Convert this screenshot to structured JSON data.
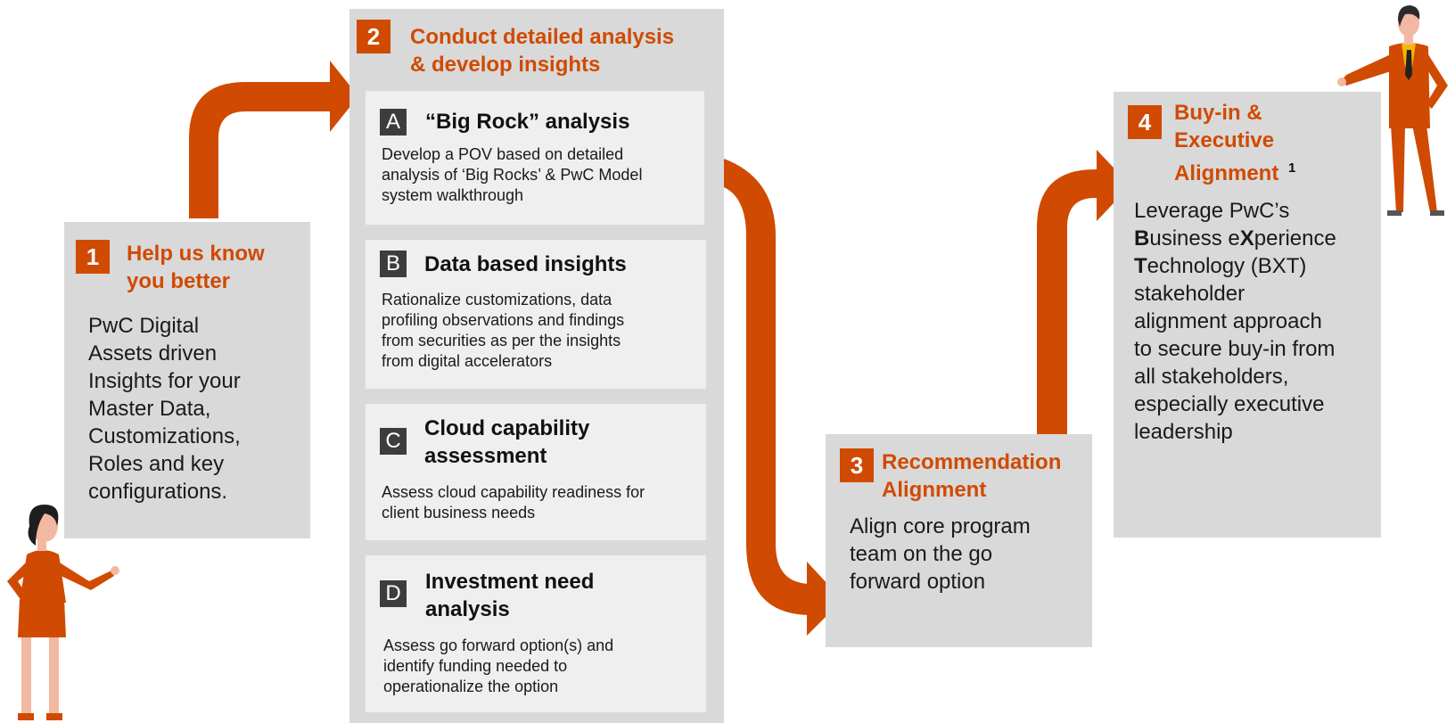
{
  "step1": {
    "number": "1",
    "title_line1": "Help us know",
    "title_line2": "you better",
    "body": [
      "PwC Digital",
      "Assets driven",
      "Insights for your",
      "Master Data,",
      "Customizations,",
      "Roles and key",
      "configurations."
    ]
  },
  "step2": {
    "number": "2",
    "title_line1": "Conduct detailed analysis",
    "title_line2": "& develop insights",
    "items": [
      {
        "letter": "A",
        "title": [
          "“Big Rock” analysis"
        ],
        "body": [
          "Develop a POV based on detailed",
          "analysis of ‘Big Rocks’ & PwC Model",
          "system walkthrough"
        ]
      },
      {
        "letter": "B",
        "title": [
          "Data based insights"
        ],
        "body": [
          "Rationalize customizations, data",
          "profiling observations and findings",
          "from securities as per the insights",
          "from digital accelerators"
        ]
      },
      {
        "letter": "C",
        "title": [
          "Cloud capability",
          "assessment"
        ],
        "body": [
          "Assess cloud capability readiness for",
          "client business needs"
        ]
      },
      {
        "letter": "D",
        "title": [
          "Investment need",
          "analysis"
        ],
        "body": [
          "Assess go forward option(s) and",
          "identify funding needed to",
          "operationalize the option"
        ]
      }
    ]
  },
  "step3": {
    "number": "3",
    "title_line1": "Recommendation",
    "title_line2": "Alignment",
    "body": [
      "Align core program",
      "team on the go",
      "forward option"
    ]
  },
  "step4": {
    "number": "4",
    "title_line1": "Buy-in &",
    "title_line2": "Executive",
    "title_line3": "Alignment",
    "footnote": "1",
    "body_line1": "Leverage PwC’s",
    "b_initial": "B",
    "b_rest": "usiness e",
    "x_initial": "X",
    "x_rest": "perience",
    "t_initial": "T",
    "t_rest": "echnology (BXT)",
    "body_rest": [
      "stakeholder",
      "alignment approach",
      "to secure buy-in from",
      "all stakeholders,",
      "especially executive",
      "leadership"
    ]
  },
  "colors": {
    "accent": "#d04a02",
    "box": "#d9d9d9",
    "subbox": "#efefef",
    "letter_bg": "#3d3d3d",
    "skin": "#f2b8a2",
    "hair": "#1e1e1e"
  }
}
